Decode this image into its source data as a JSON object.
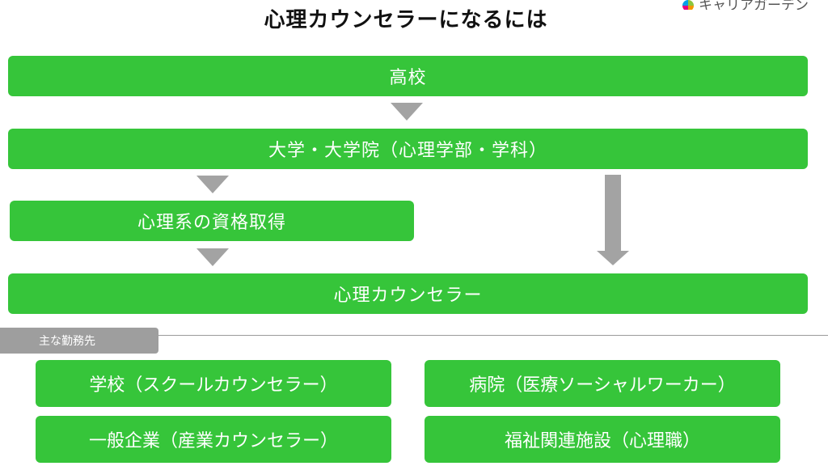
{
  "title": "心理カウンセラーになるには",
  "logo": {
    "text": "キャリアガーデン"
  },
  "flow": {
    "high_school": "高校",
    "university": "大学・大学院（心理学部・学科）",
    "certification": "心理系の資格取得",
    "counselor": "心理カウンセラー"
  },
  "workplaces": {
    "label": "主な勤務先",
    "items": [
      "学校（スクールカウンセラー）",
      "病院（医療ソーシャルワーカー）",
      "一般企業（産業カウンセラー）",
      "福祉関連施設（心理職）"
    ]
  },
  "colors": {
    "green": "#36c53a",
    "gray_arrow": "#a3a3a3",
    "tag_gray": "#9e9e9e"
  }
}
